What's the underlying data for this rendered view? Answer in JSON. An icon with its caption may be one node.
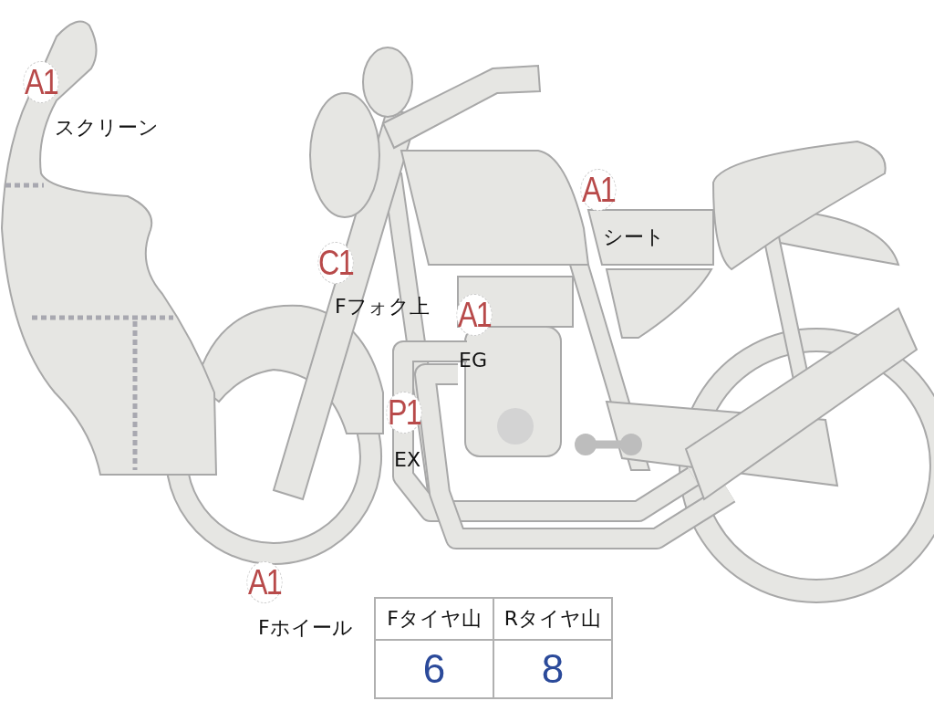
{
  "diagram": {
    "nodes": [
      {
        "text": [
          "A1"
        ],
        "beside": [
          "スクリーン"
        ]
      },
      {
        "text": [
          "A1"
        ],
        "beside": [
          "シート"
        ]
      },
      {
        "text": [
          "C1"
        ],
        "beside": [
          "Fフォク上"
        ]
      },
      {
        "text": [
          "A1"
        ],
        "beside": [
          "EG"
        ]
      },
      {
        "text": [
          "P1"
        ],
        "beside": [
          "EX"
        ]
      },
      {
        "text": [
          "A1"
        ],
        "beside": [
          "Fホイール"
        ]
      }
    ],
    "labels": [
      "Fタイヤ山",
      "Rタイヤ山",
      "6",
      "8"
    ]
  }
}
